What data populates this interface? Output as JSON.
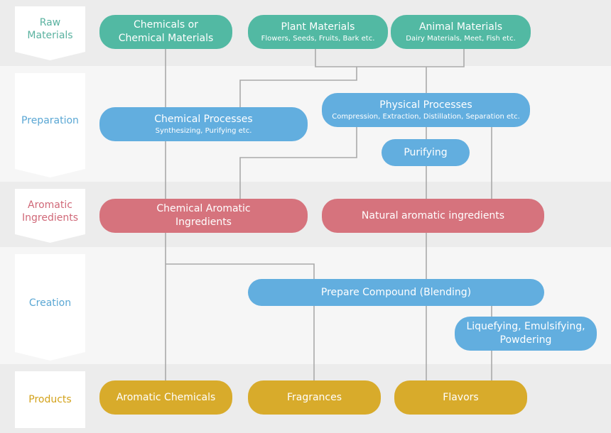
{
  "colors": {
    "teal": "#52b9a3",
    "blue": "#62aedf",
    "rose": "#d6737d",
    "gold": "#d8ab2b",
    "line": "#aaaaaa",
    "stage_raw": "#5ab2a0",
    "stage_prep": "#5aa7d4",
    "stage_aroma": "#d06878",
    "stage_create": "#5aa7d4",
    "stage_products": "#d3a21a"
  },
  "stages": {
    "raw": "Raw\nMaterials",
    "preparation": "Preparation",
    "aromatic": "Aromatic\nIngredients",
    "creation": "Creation",
    "products": "Products"
  },
  "nodes": {
    "chemicals": {
      "title": "Chemicals or\nChemical Materials"
    },
    "plant": {
      "title": "Plant Materials",
      "sub": "Flowers, Seeds, Fruits, Bark etc."
    },
    "animal": {
      "title": "Animal Materials",
      "sub": "Dairy Materials, Meet, Fish etc."
    },
    "chemical_processes": {
      "title": "Chemical Processes",
      "sub": "Synthesizing, Purifying etc."
    },
    "physical_processes": {
      "title": "Physical Processes",
      "sub": "Compression, Extraction, Distillation, Separation etc."
    },
    "purifying": {
      "title": "Purifying"
    },
    "chemical_aromatic": {
      "title": "Chemical Aromatic\nIngredients"
    },
    "natural_aromatic": {
      "title": "Natural aromatic ingredients"
    },
    "prepare_compound": {
      "title": "Prepare Compound (Blending)"
    },
    "liquefying": {
      "title": "Liquefying, Emulsifying,\nPowdering"
    },
    "aromatic_chemicals": {
      "title": "Aromatic Chemicals"
    },
    "fragrances": {
      "title": "Fragrances"
    },
    "flavors": {
      "title": "Flavors"
    }
  }
}
